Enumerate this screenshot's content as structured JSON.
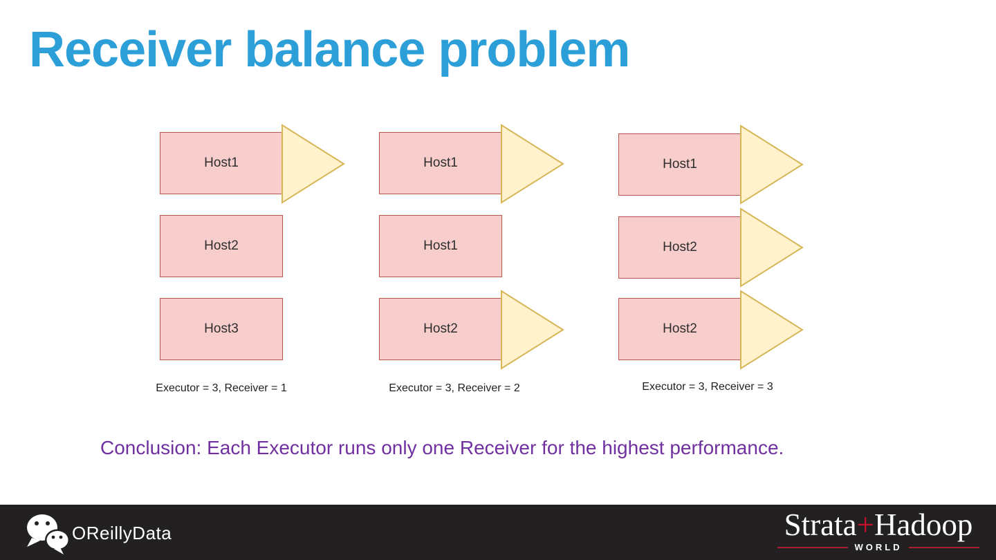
{
  "title": "Receiver balance problem",
  "diagrams": [
    {
      "caption": "Executor = 3, Receiver = 1",
      "rows": [
        {
          "label": "Host1",
          "arrow": true
        },
        {
          "label": "Host2",
          "arrow": false
        },
        {
          "label": "Host3",
          "arrow": false
        }
      ]
    },
    {
      "caption": "Executor = 3, Receiver = 2",
      "rows": [
        {
          "label": "Host1",
          "arrow": true
        },
        {
          "label": "Host1",
          "arrow": false
        },
        {
          "label": "Host2",
          "arrow": true
        }
      ]
    },
    {
      "caption": "Executor = 3, Receiver = 3",
      "rows": [
        {
          "label": "Host1",
          "arrow": true
        },
        {
          "label": "Host2",
          "arrow": true
        },
        {
          "label": "Host2",
          "arrow": true
        }
      ]
    }
  ],
  "conclusion": "Conclusion: Each Executor runs only one Receiver for the highest performance.",
  "footer": {
    "left_logo": {
      "icon": "wechat-icon",
      "brand": "OReillyData"
    },
    "right_logo": {
      "name_part1": "Strata",
      "plus": "+",
      "name_part2": "Hadoop",
      "subtitle": "WORLD"
    }
  },
  "colors": {
    "title_blue": "#2c9fd8",
    "host_box_fill": "#f8cecc",
    "host_box_stroke": "#b85450",
    "arrow_fill": "#fff2cc",
    "arrow_stroke": "#d6b656",
    "conclusion_purple": "#7030a0",
    "footer_bg": "#232021",
    "logo_red": "#c8102e"
  }
}
